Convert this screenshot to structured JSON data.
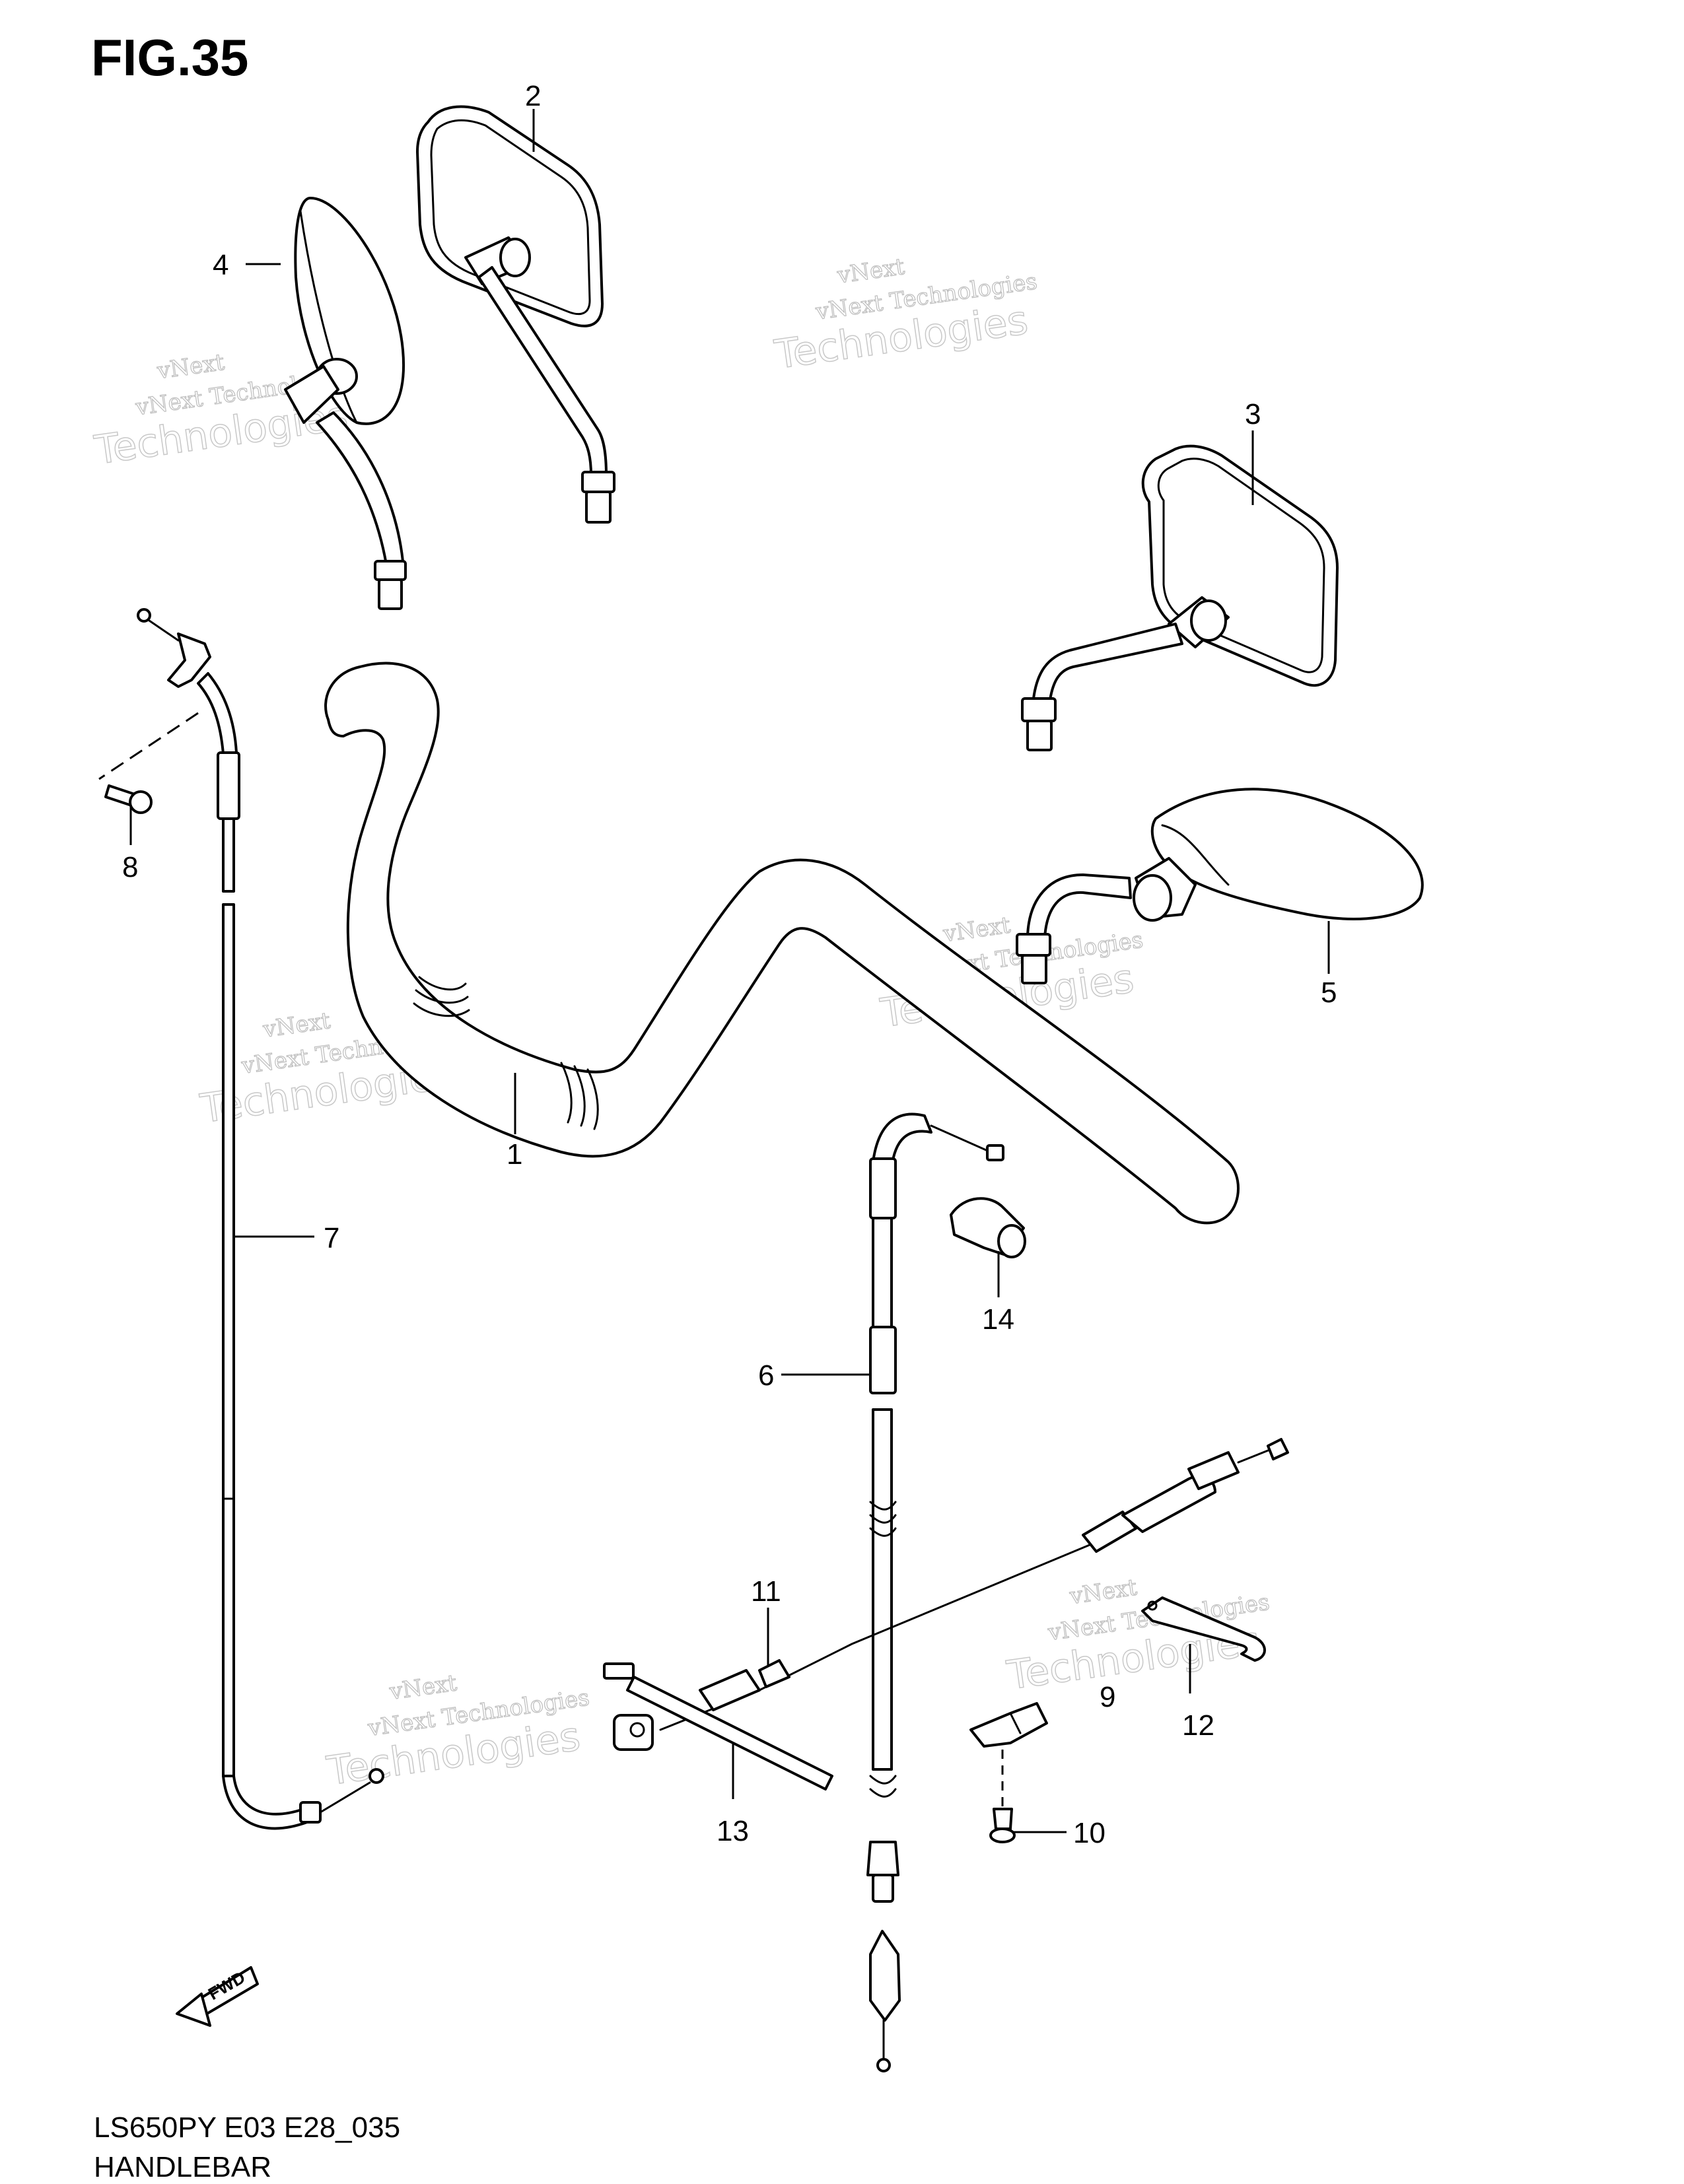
{
  "figure": {
    "title": "FIG.35",
    "model_code": "LS650PY E03 E28_035",
    "section_name": "HANDLEBAR"
  },
  "watermark": {
    "line1": "vNext",
    "line2": "vNext Technologies",
    "line3": "Technologies"
  },
  "callouts": [
    "1",
    "2",
    "3",
    "4",
    "5",
    "6",
    "7",
    "8",
    "9",
    "10",
    "11",
    "12",
    "13",
    "14"
  ],
  "fwd_label": "FWD"
}
